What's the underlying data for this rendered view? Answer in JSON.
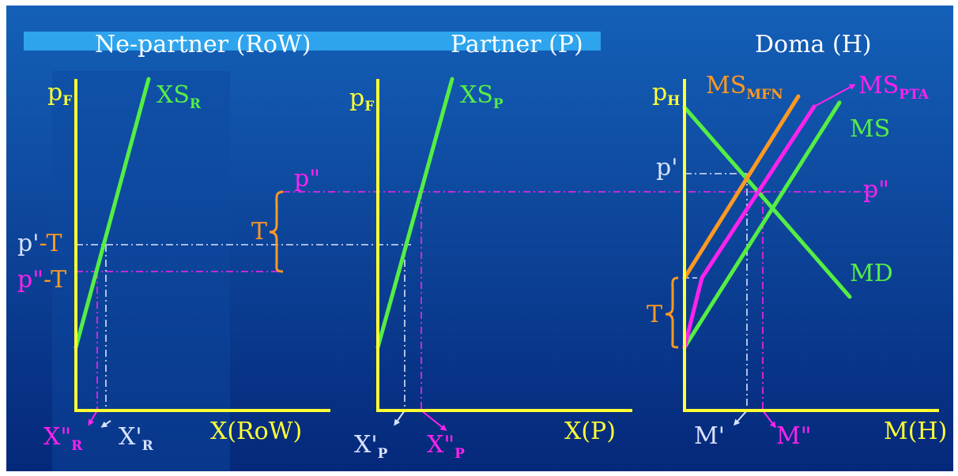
{
  "titles": {
    "row": "Ne-partner (RoW)",
    "partner": "Partner (P)",
    "home": "Doma (H)"
  },
  "panel_row": {
    "y_axis": "p",
    "y_axis_sub": "F",
    "x_axis": "X(RoW)",
    "supply": "XS",
    "supply_sub": "R",
    "p_prime_minus_t_a": "p'",
    "p_prime_minus_t_b": "-T",
    "p_dprime_minus_t_a": "p\"",
    "p_dprime_minus_t_b": "-T",
    "x_dprime": "X\"",
    "x_dprime_sub": "R",
    "x_prime": "X'",
    "x_prime_sub": "R"
  },
  "tariff_brace": {
    "t_label": "T",
    "p_dprime": "p\""
  },
  "panel_partner": {
    "y_axis": "p",
    "y_axis_sub": "F",
    "x_axis": "X(P)",
    "supply": "XS",
    "supply_sub": "P",
    "x_prime": "X'",
    "x_prime_sub": "P",
    "x_dprime": "X\"",
    "x_dprime_sub": "P"
  },
  "panel_home": {
    "y_axis": "p",
    "y_axis_sub": "H",
    "x_axis": "M(H)",
    "ms_mfn": "MS",
    "ms_mfn_sub": "MFN",
    "ms_pta": "MS",
    "ms_pta_sub": "PTA",
    "ms": "MS",
    "md": "MD",
    "p_prime": "p'",
    "p_dprime": "p\"",
    "t_label": "T",
    "m_prime": "M'",
    "m_dprime": "M\""
  },
  "colors": {
    "background_top": "#1460b8",
    "background_bottom": "#05287a",
    "axis": "#ffff33",
    "curve_green": "#55ee44",
    "curve_orange": "#ff9922",
    "curve_magenta": "#ff22ee",
    "label_light": "#d8e2ff",
    "title_bar": "#2ea4ee"
  }
}
